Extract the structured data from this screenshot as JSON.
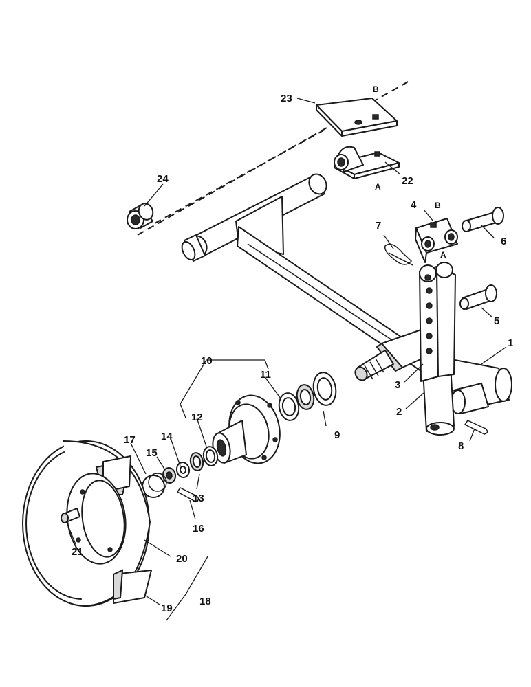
{
  "callouts": {
    "c1": "1",
    "c2": "2",
    "c3": "3",
    "c4": "4",
    "c5": "5",
    "c6": "6",
    "c7": "7",
    "c8": "8",
    "c9": "9",
    "c10": "10",
    "c11": "11",
    "c12": "12",
    "c13": "13",
    "c14": "14",
    "c15": "15",
    "c16": "16",
    "c17": "17",
    "c18": "18",
    "c19": "19",
    "c20": "20",
    "c21": "21",
    "c22": "22",
    "c23": "23",
    "c24": "24"
  },
  "letters": {
    "b_top": "B",
    "a_top": "A",
    "b_bracket": "B",
    "a_bracket": "A"
  }
}
